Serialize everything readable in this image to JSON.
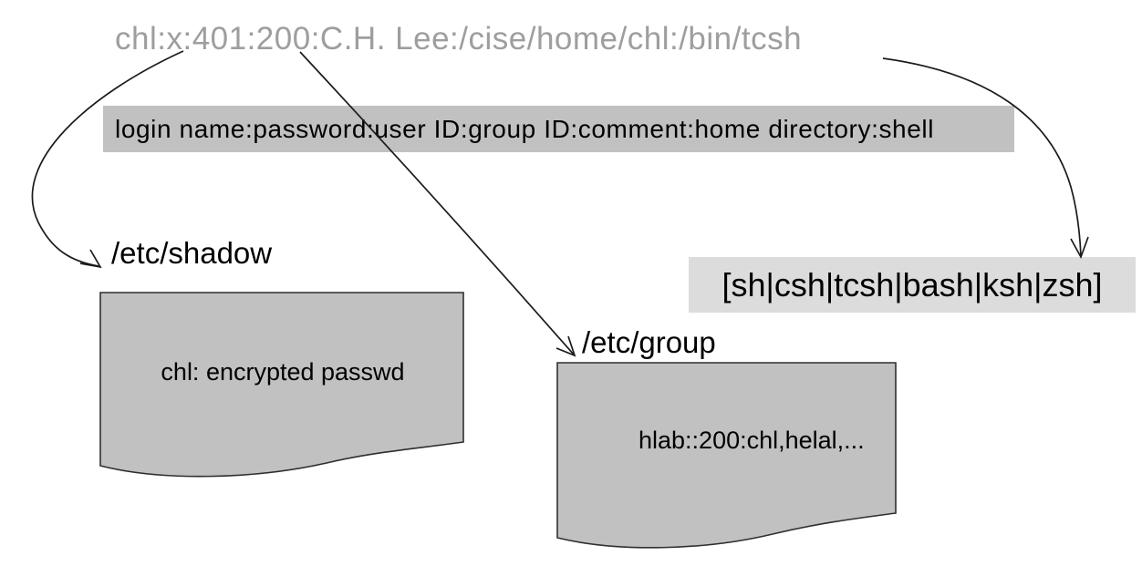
{
  "passwd_entry": {
    "text": "chl:x:401:200:C.H. Lee:/cise/home/chl:/bin/tcsh"
  },
  "format_bar": {
    "text": "login name:password:user ID:group ID:comment:home directory:shell"
  },
  "shadow_file": {
    "label": "/etc/shadow",
    "content": "chl: encrypted passwd"
  },
  "group_file": {
    "label": "/etc/group",
    "content": "hlab::200:chl,helal,..."
  },
  "shell_options": {
    "text": "[sh|csh|tcsh|bash|ksh|zsh]"
  },
  "arrows": [
    {
      "name": "password-field-to-shadow-file"
    },
    {
      "name": "group-id-to-group-file"
    },
    {
      "name": "shell-field-to-shell-options"
    }
  ],
  "colors": {
    "entry_text": "#9e9e9e",
    "format_bar_fill": "#c1c1c1",
    "document_fill": "#c1c1c1",
    "document_stroke": "#2f2f2f",
    "shell_box_fill": "#dcdcdc",
    "arrow_stroke": "#1b1b1b",
    "text": "#000000"
  }
}
